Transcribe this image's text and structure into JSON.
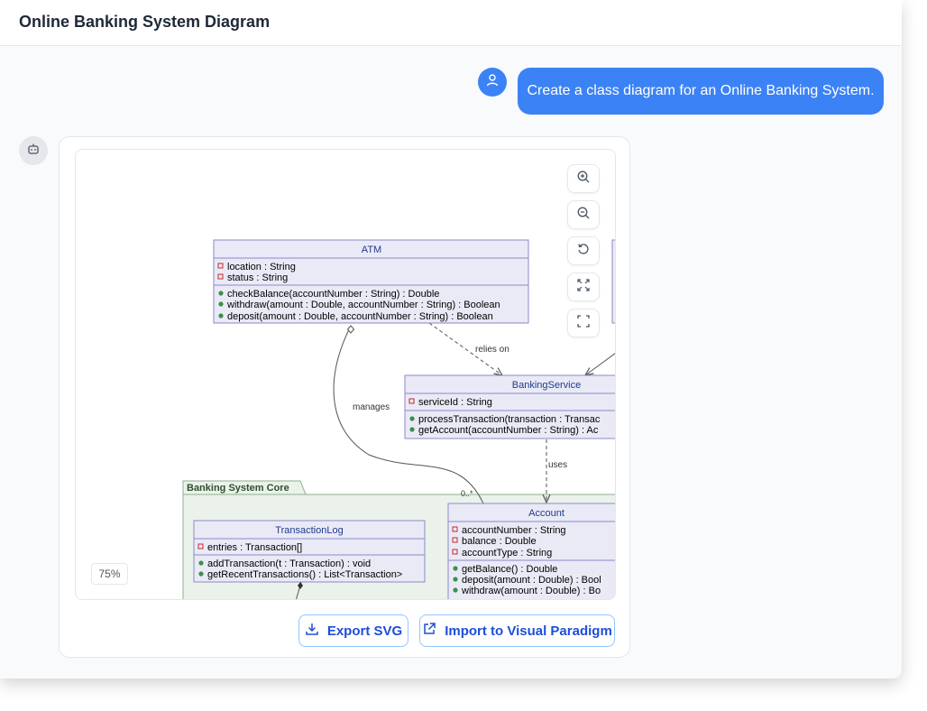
{
  "header": {
    "title": "Online Banking System Diagram"
  },
  "chat": {
    "user_message": "Create a class diagram for an Online Banking System."
  },
  "diagram": {
    "zoom_label": "75%",
    "package": "Banking System Core",
    "relations": {
      "relies_on": "relies on",
      "manages": "manages",
      "uses": "uses",
      "multiplicity": "0..*"
    },
    "atm": {
      "name": "ATM",
      "attrs": [
        "location : String",
        "status : String"
      ],
      "ops": [
        "checkBalance(accountNumber : String) : Double",
        "withdraw(amount : Double, accountNumber : String) : Boolean",
        "deposit(amount : Double, accountNumber : String) : Boolean"
      ]
    },
    "banking_service": {
      "name": "BankingService",
      "attrs": [
        "serviceId : String"
      ],
      "ops": [
        "processTransaction(transaction : Transac",
        "getAccount(accountNumber : String) : Ac"
      ]
    },
    "account": {
      "name": "Account",
      "attrs": [
        "accountNumber : String",
        "balance : Double",
        "accountType : String"
      ],
      "ops": [
        "getBalance() : Double",
        "deposit(amount : Double) : Bool",
        "withdraw(amount : Double) : Bo"
      ]
    },
    "transaction_log": {
      "name": "TransactionLog",
      "attrs": [
        "entries : Transaction[]"
      ],
      "ops": [
        "addTransaction(t : Transaction) : void",
        "getRecentTransactions() : List<Transaction>"
      ]
    }
  },
  "actions": {
    "export_svg": "Export SVG",
    "import_vp": "Import to Visual Paradigm"
  },
  "colors": {
    "accent": "#3b82f6",
    "class_fill": "#eaeaf7",
    "class_stroke": "#8a8ac4",
    "package_fill": "#ebf2eb",
    "package_stroke": "#8fae8f"
  }
}
